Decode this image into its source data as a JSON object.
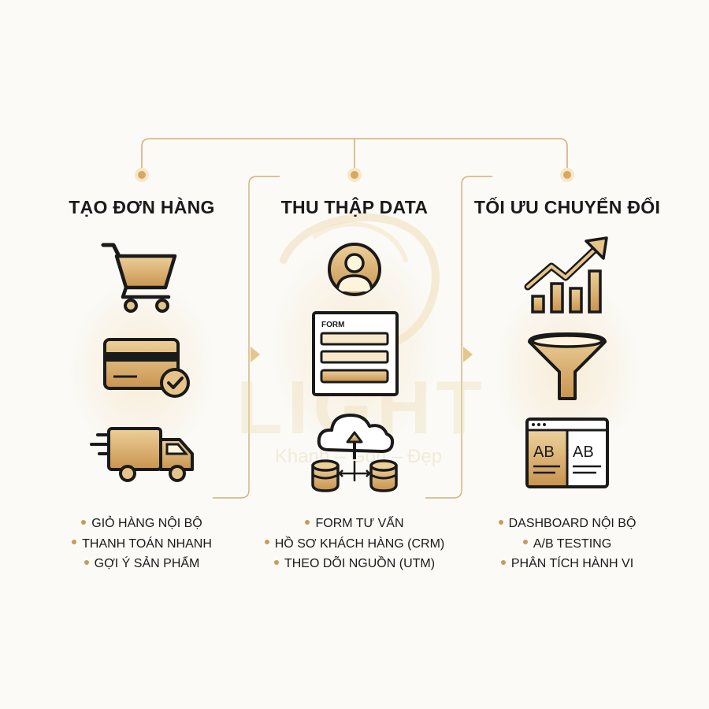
{
  "colors": {
    "gold": "#c99b5a",
    "gold_light": "#e6c489",
    "gold_fill": "#d9ac66",
    "line": "#d5b074",
    "ink": "#1a1a1a",
    "background": "#fbfaf7"
  },
  "watermark": {
    "word": "LIGHT",
    "tagline": "Khanh – Gọn – Đẹp"
  },
  "columns": [
    {
      "title": "TẠO ĐƠN HÀNG",
      "icons": [
        "shopping-cart-icon",
        "credit-card-check-icon",
        "delivery-truck-icon"
      ],
      "items": [
        "GIỎ HÀNG NỘI BỘ",
        "THANH TOÁN NHANH",
        "GỢI Ý SẢN PHẨM"
      ]
    },
    {
      "title": "THU THẬP DATA",
      "icons": [
        "user-profile-icon",
        "form-icon",
        "cloud-database-icon"
      ],
      "form_label": "FORM",
      "items": [
        "FORM TƯ VẤN",
        "HỒ SƠ KHÁCH HÀNG (CRM)",
        "THEO DÕI NGUỒN (UTM)"
      ]
    },
    {
      "title": "TỐI ƯU CHUYỂN ĐỔI",
      "icons": [
        "growth-chart-icon",
        "funnel-icon",
        "ab-test-window-icon"
      ],
      "ab_labels": [
        "AB",
        "AB"
      ],
      "items": [
        "DASHBOARD NỘI BỘ",
        "A/B TESTING",
        "PHÂN TÍCH HÀNH VI"
      ]
    }
  ]
}
